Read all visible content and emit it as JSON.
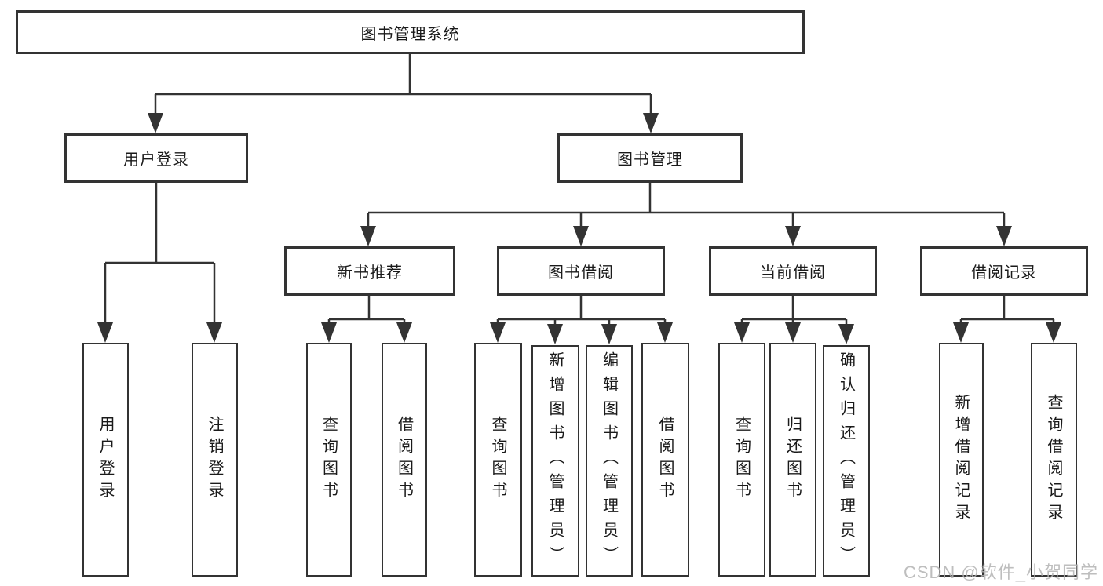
{
  "diagram_title": "图书管理系统",
  "tree": {
    "label": "图书管理系统",
    "children": [
      {
        "label": "用户登录",
        "children": [
          {
            "label": "用户登录"
          },
          {
            "label": "注销登录"
          }
        ]
      },
      {
        "label": "图书管理",
        "children": [
          {
            "label": "新书推荐",
            "children": [
              {
                "label": "查询图书"
              },
              {
                "label": "借阅图书"
              }
            ]
          },
          {
            "label": "图书借阅",
            "children": [
              {
                "label": "查询图书"
              },
              {
                "label": "新增图书（管理员）"
              },
              {
                "label": "编辑图书（管理员）"
              },
              {
                "label": "借阅图书"
              }
            ]
          },
          {
            "label": "当前借阅",
            "children": [
              {
                "label": "查询图书"
              },
              {
                "label": "归还图书"
              },
              {
                "label": "确认归还（管理员）"
              }
            ]
          },
          {
            "label": "借阅记录",
            "children": [
              {
                "label": "新增借阅记录"
              },
              {
                "label": "查询借阅记录"
              }
            ]
          }
        ]
      }
    ]
  },
  "watermark": {
    "text": "CSDN @软件_小贺同学"
  },
  "colors": {
    "line": "#333333",
    "text": "#1a1a1a",
    "box_background": "#ffffff",
    "watermark": "#b3b3b3"
  }
}
